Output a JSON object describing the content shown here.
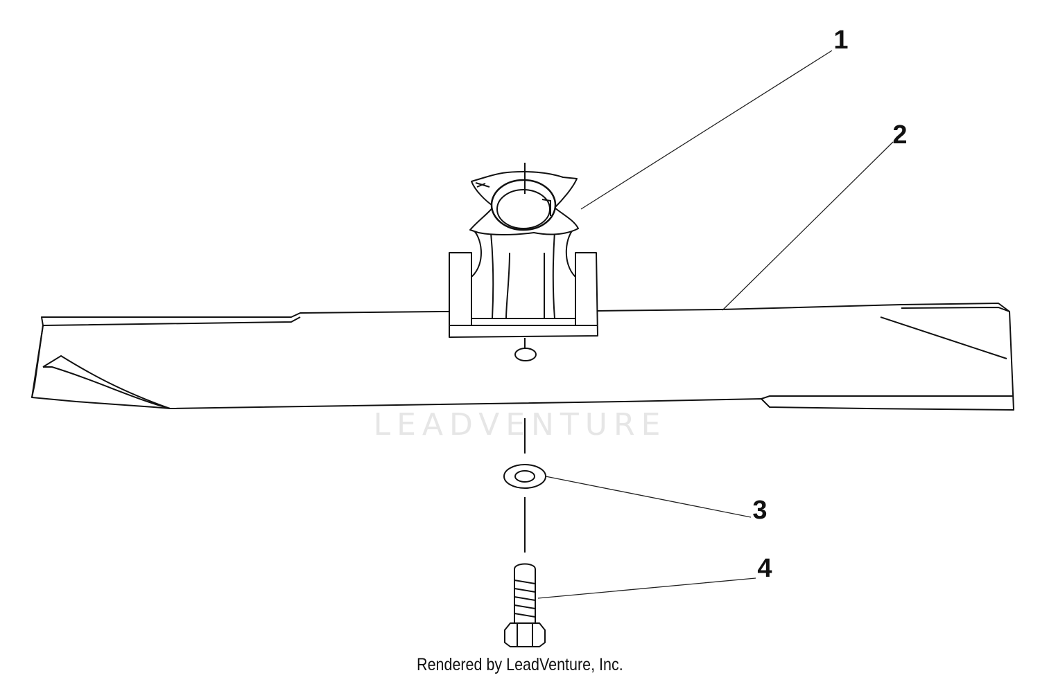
{
  "diagram": {
    "callouts": [
      {
        "id": "1",
        "label": "1"
      },
      {
        "id": "2",
        "label": "2"
      },
      {
        "id": "3",
        "label": "3"
      },
      {
        "id": "4",
        "label": "4"
      }
    ],
    "watermark": "LEADVENTURE",
    "footer": "Rendered by LeadVenture, Inc."
  }
}
